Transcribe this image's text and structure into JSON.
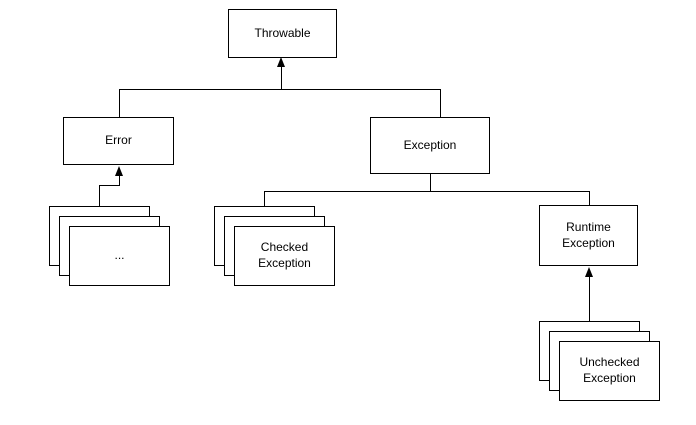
{
  "diagram": {
    "kind": "class-hierarchy",
    "background_color": "#ffffff",
    "line_color": "#000000",
    "box_fill_color": "#ffffff",
    "box_border_color": "#000000",
    "text_color": "#000000",
    "nodes": {
      "throwable": {
        "label": "Throwable"
      },
      "error": {
        "label": "Error"
      },
      "exception": {
        "label": "Exception"
      },
      "error_subclasses_stack": {
        "label": "..."
      },
      "checked_exception_stack": {
        "label": "Checked Exception"
      },
      "runtime_exception": {
        "label": "Runtime Exception"
      },
      "unchecked_exception_stack": {
        "label": "Unchecked Exception"
      }
    },
    "edges": [
      {
        "from": "error",
        "to": "throwable",
        "arrowhead": true
      },
      {
        "from": "exception",
        "to": "throwable",
        "arrowhead": true
      },
      {
        "from": "error_subclasses_stack",
        "to": "error",
        "arrowhead": true
      },
      {
        "from": "checked_exception_stack",
        "to": "exception",
        "arrowhead": false
      },
      {
        "from": "runtime_exception",
        "to": "exception",
        "arrowhead": false
      },
      {
        "from": "unchecked_exception_stack",
        "to": "runtime_exception",
        "arrowhead": true
      }
    ]
  }
}
